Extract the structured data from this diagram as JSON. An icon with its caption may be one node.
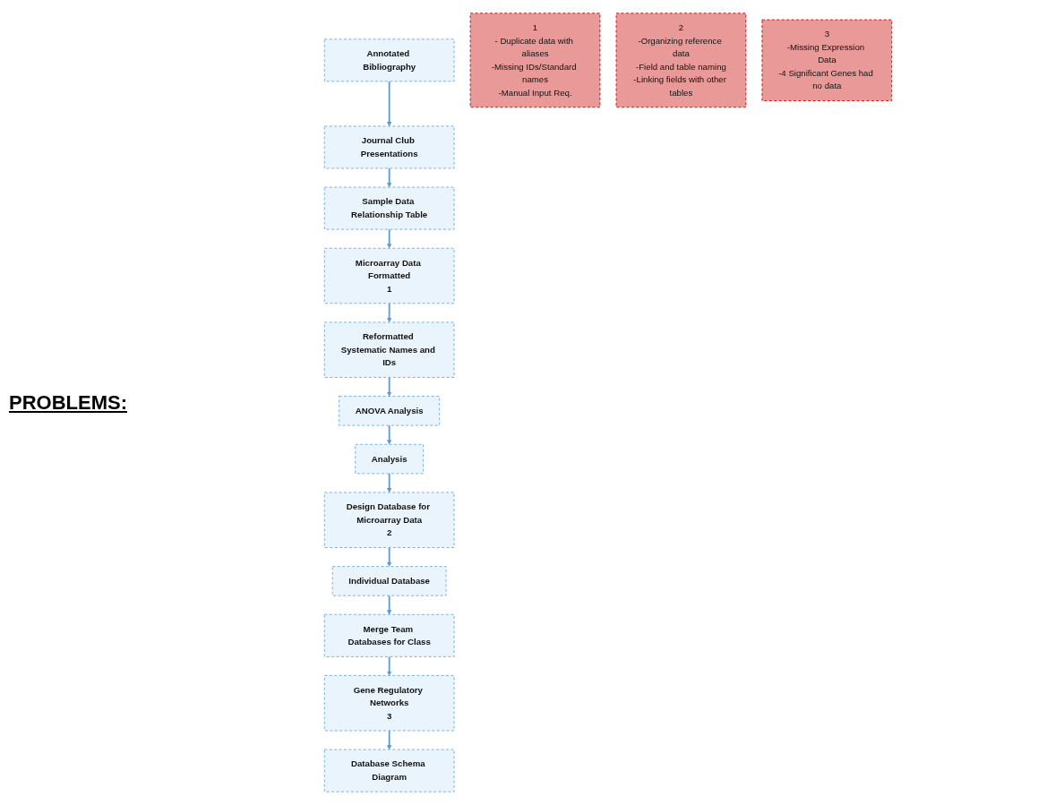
{
  "diagram": {
    "nodes": [
      {
        "text": [
          "Annotated Bibliography"
        ]
      },
      {
        "text": [
          "Journal Club Presentations"
        ]
      },
      {
        "text": [
          "Sample Data Relationship Table"
        ]
      },
      {
        "text": [
          "Microarray Data Formatted",
          "1"
        ]
      },
      {
        "text": [
          "Design Database for Microarray Data",
          "2"
        ]
      },
      {
        "text": [
          "Analysis"
        ]
      },
      {
        "text": [
          "ANOVA Analysis"
        ]
      },
      {
        "text": [
          "Reformatted Systematic Names and IDs"
        ]
      },
      {
        "text": [
          "Individual Database"
        ]
      },
      {
        "text": [
          "Merge Team Databases for Class"
        ]
      },
      {
        "text": [
          "Gene Regulatory Networks",
          "3"
        ]
      },
      {
        "text": [
          "Database Schema Diagram"
        ]
      },
      {
        "text": [
          "1",
          "- Duplicate data with aliases",
          "-Missing IDs/Standard names",
          "-Manual Input Req."
        ]
      },
      {
        "text": [
          "2",
          "-Organizing reference data",
          "-Field and table naming",
          "-Linking fields with other tables"
        ]
      },
      {
        "text": [
          "3",
          "-Missing Expression Data",
          "-4 Significant Genes had no data"
        ]
      }
    ],
    "edges": [
      {
        "from": 0,
        "to": 1,
        "arrow": "to"
      },
      {
        "from": 1,
        "to": 2,
        "arrow": "to"
      },
      {
        "from": 2,
        "to": 3,
        "arrow": "to"
      },
      {
        "from": 3,
        "to": 7,
        "arrow": "to"
      },
      {
        "from": 7,
        "to": 6,
        "arrow": "to"
      },
      {
        "from": 6,
        "to": 5,
        "arrow": "to"
      },
      {
        "from": 5,
        "to": 4,
        "arrow": "to"
      },
      {
        "from": 4,
        "to": 8,
        "arrow": "to"
      },
      {
        "from": 8,
        "to": 9,
        "arrow": "to"
      },
      {
        "from": 9,
        "to": 10,
        "arrow": "to"
      },
      {
        "from": 10,
        "to": 11,
        "arrow": "to"
      }
    ],
    "labels": [
      "PROBLEMS:"
    ]
  }
}
